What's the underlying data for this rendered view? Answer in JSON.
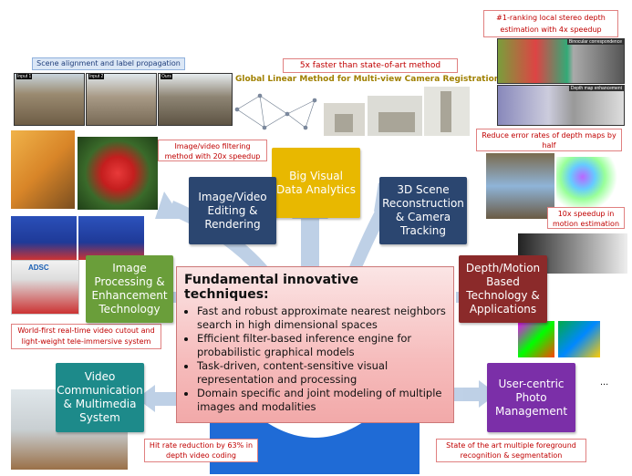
{
  "annotations": {
    "scene_label": "Scene alignment and label propagation",
    "input1": "Input 1",
    "input2": "Input 2",
    "ours": "Ours",
    "faster": "5x faster than state-of-art method",
    "global_title": "Global Linear Method for Multi-view Camera Registration",
    "stereo": "#1-ranking local stereo depth estimation with 4x speedup",
    "binocular": "Binocular correspondence",
    "depthmap": "Depth map enhancement",
    "reduce_error": "Reduce error rates of depth maps by half",
    "filtering": "Image/video filtering method with 20x speedup",
    "motion": "10x speedup in motion estimation",
    "world_first": "World-first real-time video cutout and light-weight tele-immersive system",
    "hit_rate": "Hit rate reduction by 63% in depth video coding",
    "state_art": "State of the art multiple foreground recognition & segmentation",
    "adsc": "ADSC",
    "ellipsis": "..."
  },
  "boxes": {
    "big_visual": "Big Visual Data Analytics",
    "image_video": "Image/Video Editing & Rendering",
    "scene3d": "3D Scene Reconstruction & Camera Tracking",
    "image_proc": "Image Processing & Enhancement Technology",
    "depth_motion": "Depth/Motion Based Technology & Applications",
    "video_comm": "Video Communication & Multimedia System",
    "user_photo": "User-centric Photo Management"
  },
  "center": {
    "title": "Fundamental innovative techniques:",
    "items": [
      "Fast and robust approximate nearest neighbors search in high dimensional spaces",
      "Efficient filter-based inference engine for probabilistic graphical models",
      "Task-driven, content-sensitive visual representation and processing",
      "Domain specific and joint modeling of multiple images and modalities"
    ]
  },
  "colors": {
    "gold": "#e8b800",
    "navy": "#2b4670",
    "green": "#6a9e3a",
    "maroon": "#8b2a2a",
    "teal": "#1d8a8a",
    "purple": "#7b2fa8",
    "arrow": "#b8cce4",
    "circle": "#1f6bd6"
  }
}
